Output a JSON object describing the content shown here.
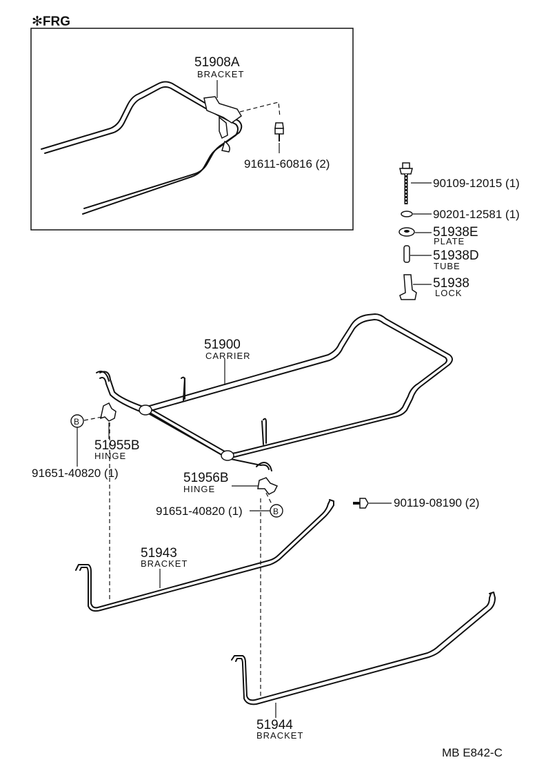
{
  "inset": {
    "title": "✻FRG",
    "bracket_number": "51908A",
    "bracket_name": "BRACKET",
    "bolt_part": "91611-60816 (2)"
  },
  "hardware": [
    {
      "number": "90109-12015 (1)"
    },
    {
      "number": "90201-12581 (1)"
    },
    {
      "number": "51938E",
      "name": "PLATE"
    },
    {
      "number": "51938D",
      "name": "TUBE"
    },
    {
      "number": "51938",
      "name": "LOCK"
    }
  ],
  "carrier": {
    "number": "51900",
    "name": "CARRIER"
  },
  "hinge_left": {
    "number": "51955B",
    "name": "HINGE",
    "bolt": "91651-40820 (1)",
    "marker": "B"
  },
  "hinge_right": {
    "number": "51956B",
    "name": "HINGE",
    "bolt": "91651-40820 (1)",
    "marker": "B"
  },
  "bolt_right": "90119-08190 (2)",
  "bracket_front": {
    "number": "51943",
    "name": "BRACKET"
  },
  "bracket_rear": {
    "number": "51944",
    "name": "BRACKET"
  },
  "footer": "MB  E842-C"
}
